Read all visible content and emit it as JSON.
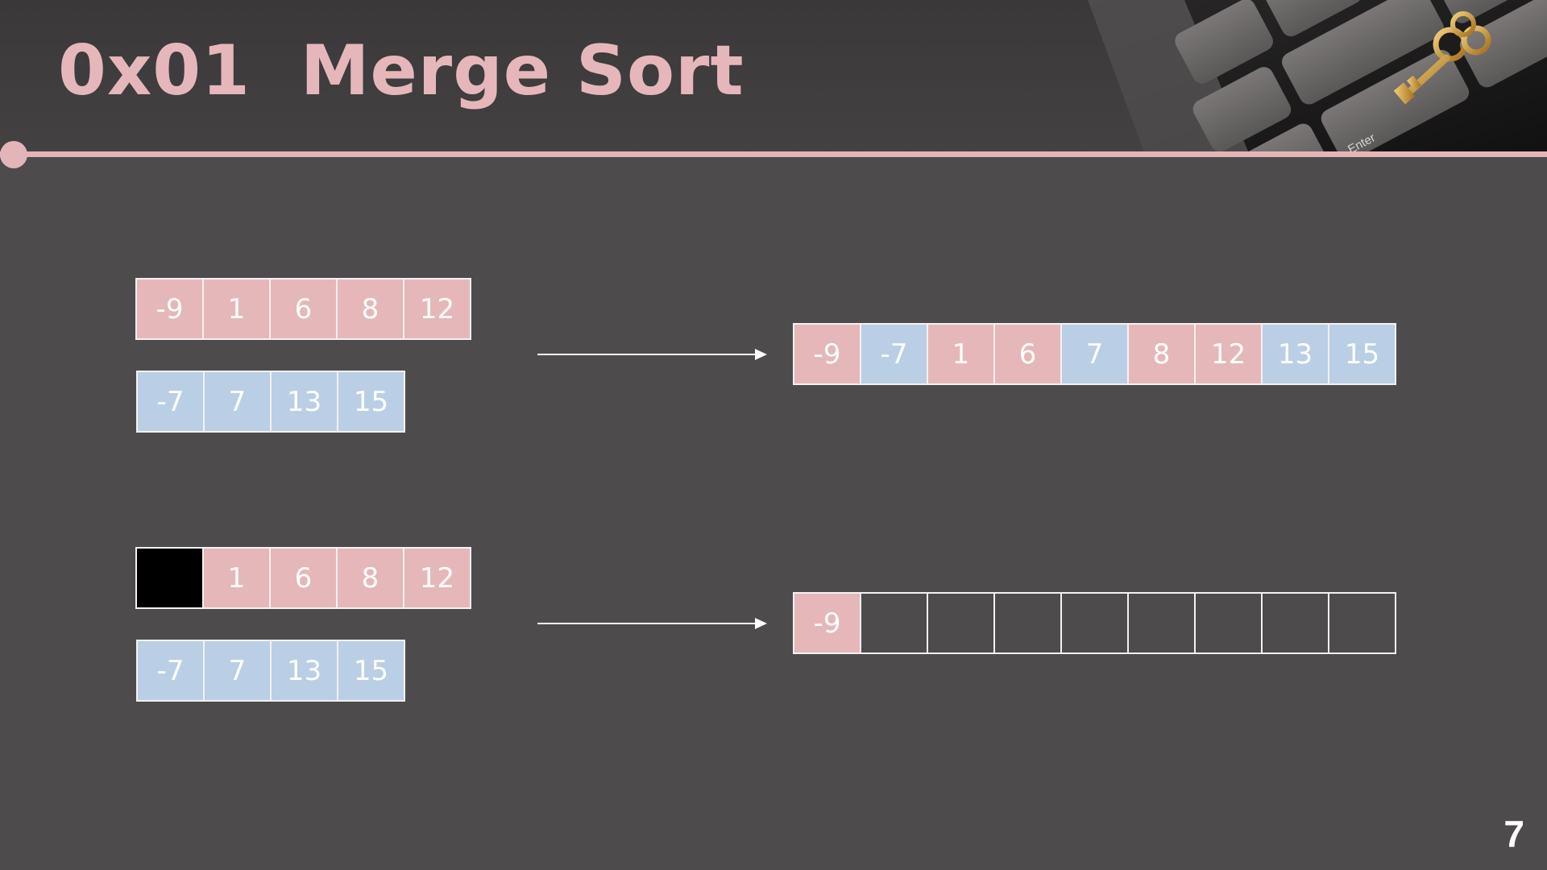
{
  "slide": {
    "title": "0x01  Merge Sort",
    "page_number": "7",
    "image_caption_text": "Enter"
  },
  "colors": {
    "accent": "#e3b5b8",
    "left_half": "#e6b7b8",
    "right_half": "#bacfe5",
    "background": "#4d4b4c"
  },
  "step1": {
    "left": [
      "-9",
      "1",
      "6",
      "8",
      "12"
    ],
    "right": [
      "-7",
      "7",
      "13",
      "15"
    ],
    "merged": [
      "-9",
      "-7",
      "1",
      "6",
      "7",
      "8",
      "12",
      "13",
      "15"
    ]
  },
  "step2": {
    "left": [
      "",
      "1",
      "6",
      "8",
      "12"
    ],
    "right": [
      "-7",
      "7",
      "13",
      "15"
    ],
    "merged": [
      "-9",
      "",
      "",
      "",
      "",
      "",
      "",
      "",
      ""
    ]
  }
}
